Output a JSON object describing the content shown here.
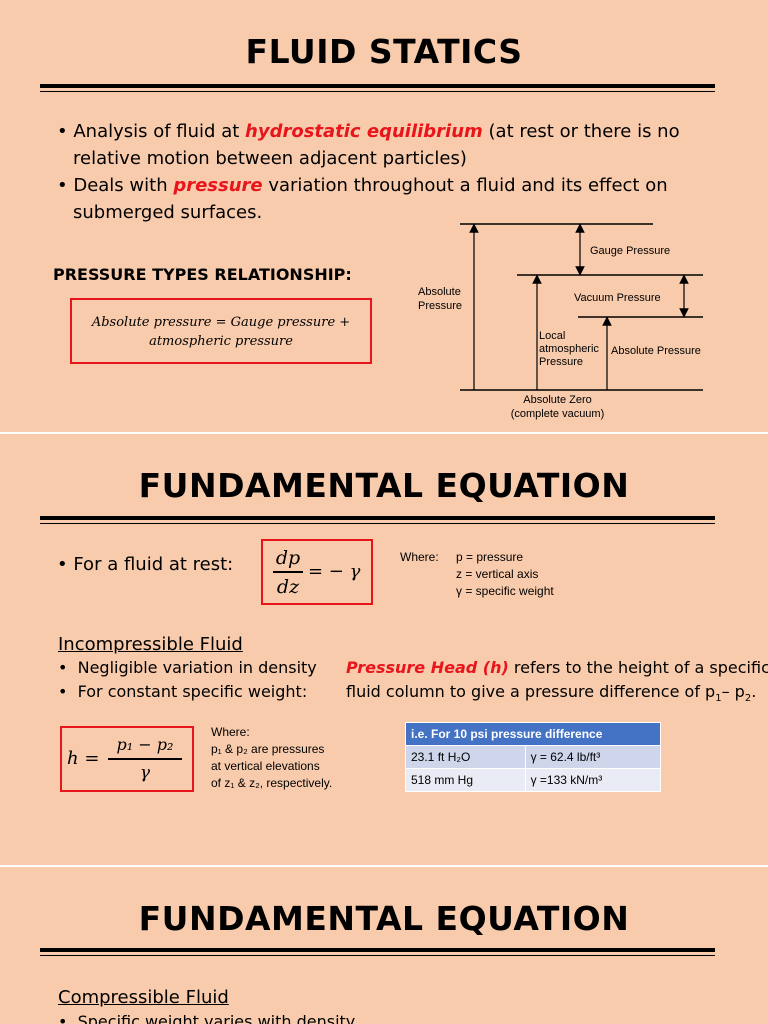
{
  "slide1": {
    "title": "FLUID STATICS",
    "bullet1": {
      "pre": "Analysis of fluid at ",
      "emph": "hydrostatic equilibrium",
      "post": " (at rest or there is no",
      "line2": "relative motion between adjacent particles)"
    },
    "bullet2": {
      "pre": "Deals with ",
      "emph": "pressure",
      "post": " variation throughout a fluid and its effect on",
      "line2": "submerged surfaces."
    },
    "subheading": "PRESSURE TYPES RELATIONSHIP:",
    "equation": {
      "line1": "Absolute pressure = Gauge pressure +",
      "line2": "atmospheric pressure"
    },
    "diagram": {
      "gauge": "Gauge Pressure",
      "vacuum": "Vacuum Pressure",
      "absolute_left": [
        "Absolute",
        "Pressure"
      ],
      "local_atm": [
        "Local",
        "atmospheric",
        "Pressure"
      ],
      "absolute_right": "Absolute Pressure",
      "zero": [
        "Absolute Zero",
        "(complete vacuum)"
      ]
    }
  },
  "slide2": {
    "title": "FUNDAMENTAL EQUATION",
    "bullet": "For a fluid at rest:",
    "eq1": {
      "num": "dp",
      "den": "dz",
      "rhs": "= − γ"
    },
    "where_label": "Where:",
    "where_lines": [
      "p = pressure",
      "z = vertical axis",
      "γ  = specific weight"
    ],
    "subheading": "Incompressible Fluid",
    "bullets": [
      "Negligible variation in density",
      "For constant specific weight:"
    ],
    "head_emph": "Pressure Head (h)",
    "head_text1": " refers to the height of a specific",
    "head_text2": "fluid column to give a pressure difference of p",
    "head_sub1": "1",
    "head_dash": "– p",
    "head_sub2": "2",
    "head_end": ".",
    "eq2": {
      "lhs": "h =",
      "num": "p₁ − p₂",
      "den": "γ"
    },
    "where2": [
      "Where:",
      "p₁ & p₂ are pressures",
      "at vertical elevations",
      "of z₁ & z₂, respectively."
    ],
    "table": {
      "header": "i.e.    For 10 psi pressure difference",
      "rows": [
        [
          "23.1 ft H₂O",
          "γ  = 62.4 lb/ft³"
        ],
        [
          "518 mm Hg",
          "γ  =133 kN/m³"
        ]
      ]
    }
  },
  "slide3": {
    "title": "FUNDAMENTAL EQUATION",
    "subheading": "Compressible Fluid",
    "bullet": "Specific weight varies with density"
  },
  "colors": {
    "background": "#f8cbad",
    "emphasis": "#e8151b",
    "table_header": "#4472c4"
  }
}
